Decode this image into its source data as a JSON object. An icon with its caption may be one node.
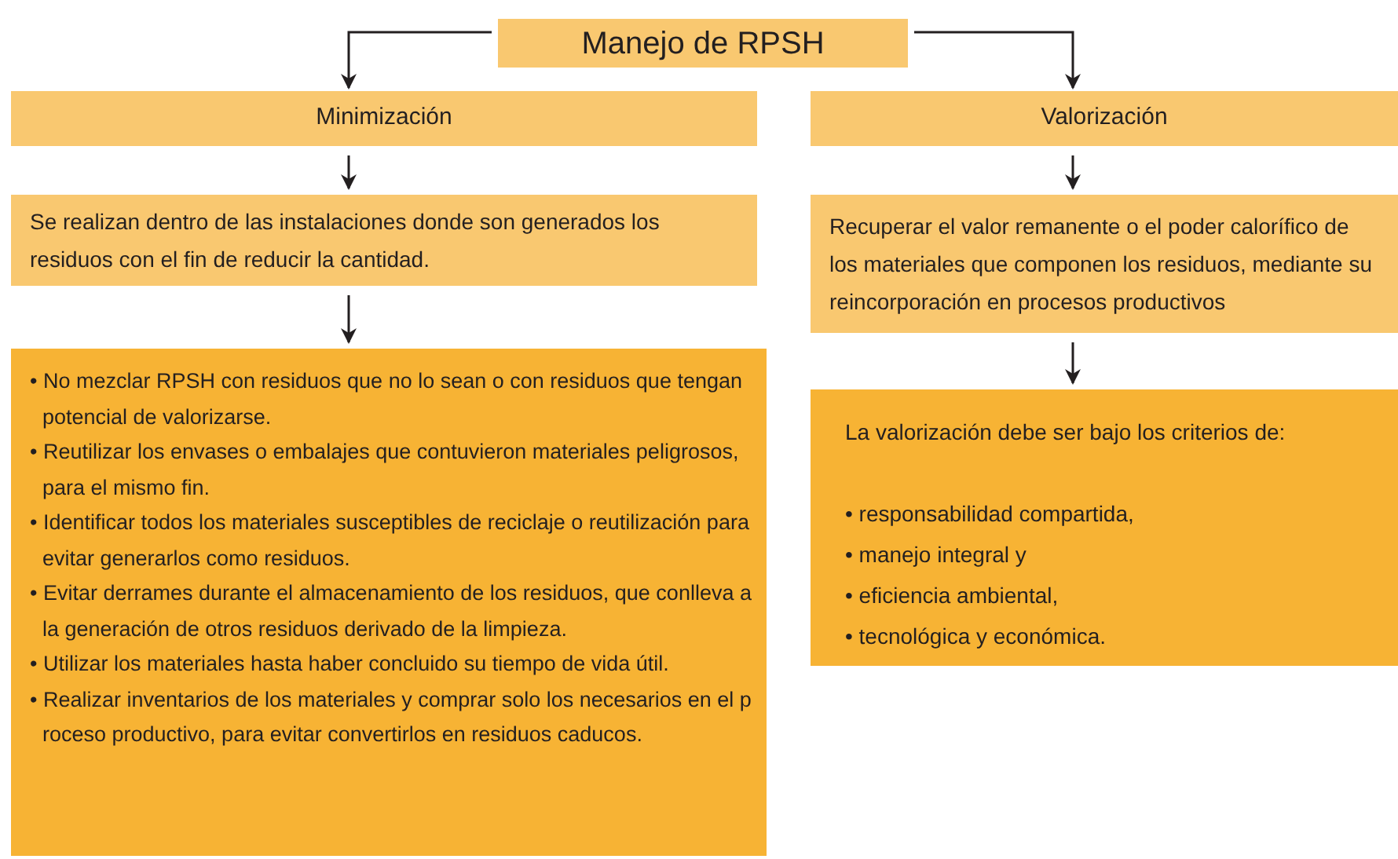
{
  "diagram": {
    "nodes": [
      {
        "text": [
          "Manejo de RPSH"
        ]
      },
      {
        "text": [
          "Minimización"
        ]
      },
      {
        "text": [
          "Valorización"
        ]
      },
      {
        "text": [
          "Se realizan dentro de las instalaciones donde son generados los residuos con el fin de reducir la cantidad."
        ]
      },
      {
        "text": [
          "Recuperar el valor remanente o el poder calorífico de los materiales que componen los residuos, mediante su reincorporación en procesos productivos"
        ]
      },
      {
        "text": [
          "• No mezclar RPSH con residuos que no lo sean o con residuos que tengan potencial de valorizarse.",
          "• Reutilizar los envases o embalajes que contuvieron materiales peligrosos, para el mismo fin.",
          "• Identificar todos los materiales susceptibles de reciclaje o reutilización para evitar generarlos como residuos.",
          "• Evitar derrames durante el almacenamiento de los residuos, que conlleva a la generación de otros residuos derivado de la limpieza.",
          "• Utilizar los materiales hasta haber concluido su tiempo de vida útil.",
          "• Realizar inventarios de los materiales y comprar solo los necesarios en el p roceso productivo, para evitar convertirlos en residuos caducos."
        ]
      },
      {
        "text": [
          "La valorización debe ser bajo los criterios de:",
          "• responsabilidad compartida,",
          "• manejo integral y",
          "• eficiencia ambiental,",
          "• tecnológica y económica."
        ]
      }
    ],
    "edges": [
      {
        "from": 0,
        "to": 1,
        "arrow": "to"
      },
      {
        "from": 0,
        "to": 2,
        "arrow": "to"
      },
      {
        "from": 1,
        "to": 3,
        "arrow": "to"
      },
      {
        "from": 3,
        "to": 5,
        "arrow": "to"
      },
      {
        "from": 2,
        "to": 4,
        "arrow": "to"
      },
      {
        "from": 4,
        "to": 6,
        "arrow": "to"
      }
    ]
  }
}
